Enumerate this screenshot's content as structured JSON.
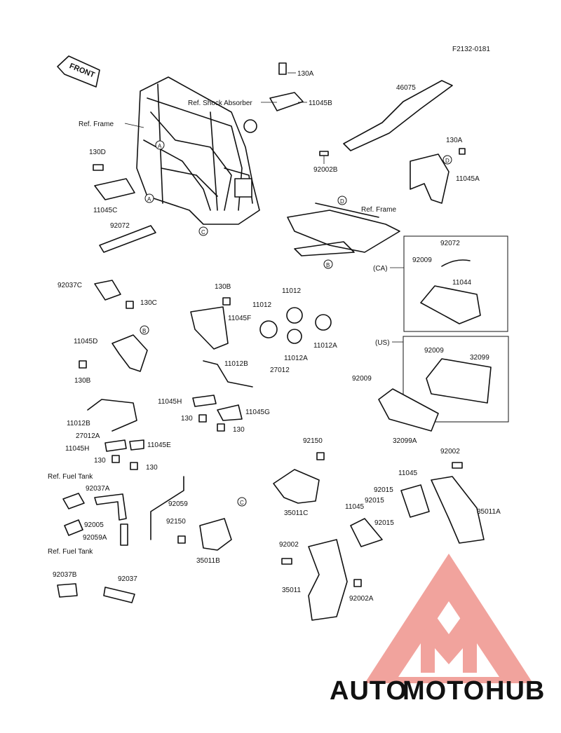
{
  "diagram_code": "F2132-0181",
  "front_tag": "FRONT",
  "references": {
    "frame_1": "Ref. Frame",
    "frame_2": "Ref. Frame",
    "shock_absorber": "Ref. Shock Absorber",
    "fuel_tank_1": "Ref. Fuel Tank",
    "fuel_tank_2": "Ref. Fuel Tank"
  },
  "region_labels": {
    "ca": "(CA)",
    "us": "(US)"
  },
  "callout_letters": {
    "a": "A",
    "b": "B",
    "c": "C",
    "d": "D"
  },
  "parts": {
    "p130A_top": "130A",
    "p11045B": "11045B",
    "p46075": "46075",
    "p130A_right": "130A",
    "p11045A": "11045A",
    "p92002B": "92002B",
    "p130D": "130D",
    "p11045C": "11045C",
    "p92072_left": "92072",
    "p92072_ca": "92072",
    "p92009_ca": "92009",
    "p11044": "11044",
    "p92037C": "92037C",
    "p130C": "130C",
    "p130B_top": "130B",
    "p11012_a": "11012",
    "p11012_b": "11012",
    "p11045F": "11045F",
    "p11012A_a": "11012A",
    "p11012A_b": "11012A",
    "p11045D": "11045D",
    "p130B_left": "130B",
    "p11012B_mid": "11012B",
    "p27012_mid": "27012",
    "p11045H_mid": "11045H",
    "p11045G": "11045G",
    "p130_mid_l": "130",
    "p130_mid_r": "130",
    "p11012B_left": "11012B",
    "p27012A": "27012A",
    "p11045H_left": "11045H",
    "p11045E": "11045E",
    "p130_left_l": "130",
    "p130_left_r": "130",
    "p92009_us": "92009",
    "p32099": "32099",
    "p92009_loose": "92009",
    "p32099A": "32099A",
    "p92150_top": "92150",
    "p35011C": "35011C",
    "p92002_right": "92002",
    "p11045_a": "11045",
    "p92015_a": "92015",
    "p92015_b": "92015",
    "p11045_b": "11045",
    "p92015_c": "92015",
    "p35011A": "35011A",
    "p92037A": "92037A",
    "p92005": "92005",
    "p92059A": "92059A",
    "p92059": "92059",
    "p92150_low": "92150",
    "p35011B": "35011B",
    "p92002_left": "92002",
    "p35011": "35011",
    "p92002A": "92002A",
    "p92037B": "92037B",
    "p92037": "92037"
  },
  "watermark": {
    "word_1": "AUTO",
    "word_2": "MOTO",
    "word_3": "HUB",
    "color_1": "#f2b48a",
    "color_2": "#ef9a8c",
    "color_3": "#8a8a8a",
    "logo_color": "#f09a93"
  }
}
